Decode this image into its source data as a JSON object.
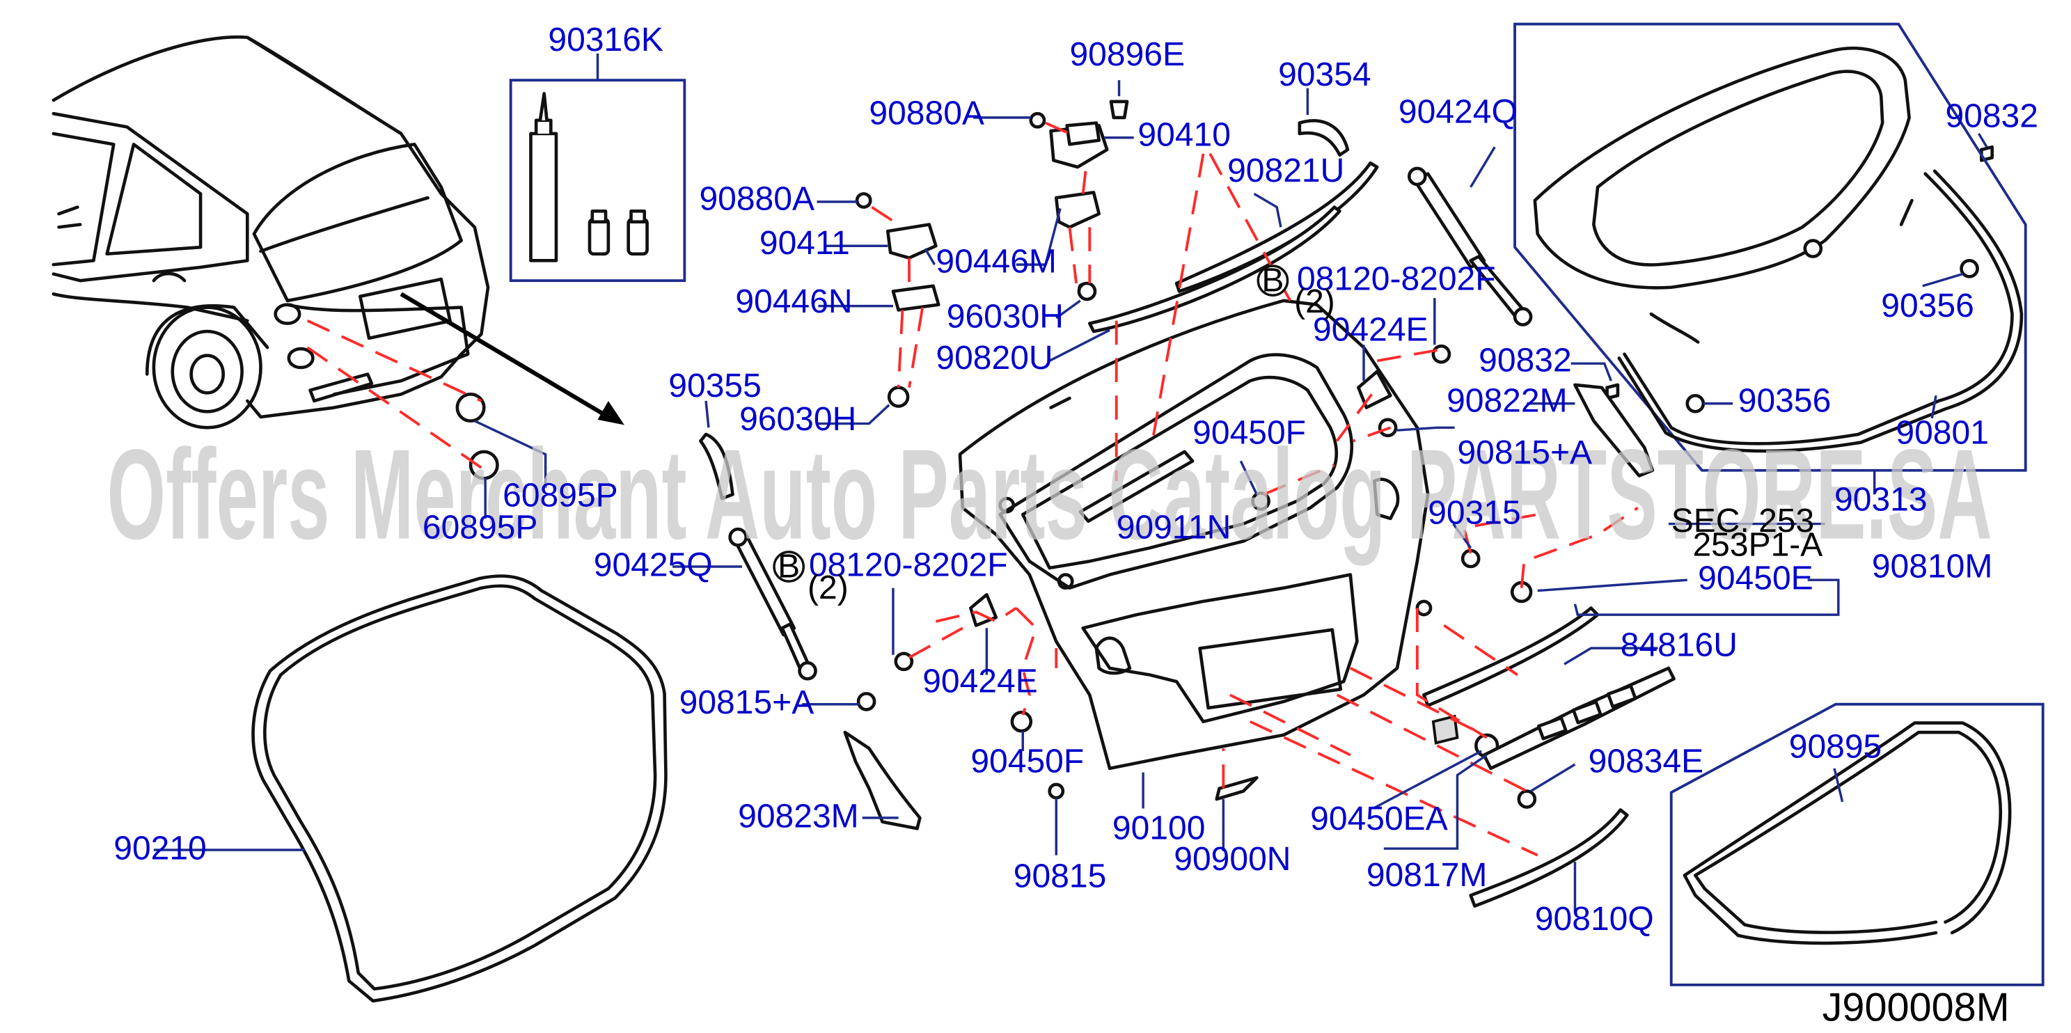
{
  "diagram": {
    "reference_code": "J900008M",
    "watermark": "Offers Merchant Auto Parts Catalog PARTSTORE.SA",
    "bolt_mark": "B",
    "section_ref": [
      "SEC. 253",
      "253P1-A"
    ],
    "parts": [
      {
        "id": "p-90316K",
        "label": "90316K"
      },
      {
        "id": "p-90896E",
        "label": "90896E"
      },
      {
        "id": "p-90354",
        "label": "90354"
      },
      {
        "id": "p-90424Q",
        "label": "90424Q"
      },
      {
        "id": "p-90832-top",
        "label": "90832"
      },
      {
        "id": "p-90880A-1",
        "label": "90880A"
      },
      {
        "id": "p-90410",
        "label": "90410"
      },
      {
        "id": "p-90821U",
        "label": "90821U"
      },
      {
        "id": "p-90880A-2",
        "label": "90880A"
      },
      {
        "id": "p-90411",
        "label": "90411"
      },
      {
        "id": "p-90446M",
        "label": "90446M"
      },
      {
        "id": "p-08120-8202F-1",
        "label": "08120-8202F"
      },
      {
        "id": "p-90446N",
        "label": "90446N"
      },
      {
        "id": "p-96030H-1",
        "label": "96030H"
      },
      {
        "id": "p-90424E-1",
        "label": "90424E"
      },
      {
        "id": "p-90356-1",
        "label": "90356"
      },
      {
        "id": "p-90820U",
        "label": "90820U"
      },
      {
        "id": "p-90832-mid",
        "label": "90832"
      },
      {
        "id": "p-90355",
        "label": "90355"
      },
      {
        "id": "p-90822M",
        "label": "90822M"
      },
      {
        "id": "p-90356-2",
        "label": "90356"
      },
      {
        "id": "p-96030H-2",
        "label": "96030H"
      },
      {
        "id": "p-90450F-1",
        "label": "90450F"
      },
      {
        "id": "p-90801",
        "label": "90801"
      },
      {
        "id": "p-90815A-1",
        "label": "90815+A"
      },
      {
        "id": "p-60895P-1",
        "label": "60895P"
      },
      {
        "id": "p-90313",
        "label": "90313"
      },
      {
        "id": "p-60895P-2",
        "label": "60895P"
      },
      {
        "id": "p-90911N",
        "label": "90911N"
      },
      {
        "id": "p-90315",
        "label": "90315"
      },
      {
        "id": "p-90425Q",
        "label": "90425Q"
      },
      {
        "id": "p-08120-8202F-2",
        "label": "08120-8202F"
      },
      {
        "id": "p-90450E",
        "label": "90450E"
      },
      {
        "id": "p-90810M",
        "label": "90810M"
      },
      {
        "id": "p-84816U",
        "label": "84816U"
      },
      {
        "id": "p-90424E-2",
        "label": "90424E"
      },
      {
        "id": "p-90815A-2",
        "label": "90815+A"
      },
      {
        "id": "p-90895",
        "label": "90895"
      },
      {
        "id": "p-90450F-2",
        "label": "90450F"
      },
      {
        "id": "p-90834E",
        "label": "90834E"
      },
      {
        "id": "p-90823M",
        "label": "90823M"
      },
      {
        "id": "p-90100",
        "label": "90100"
      },
      {
        "id": "p-90450EA",
        "label": "90450EA"
      },
      {
        "id": "p-90210",
        "label": "90210"
      },
      {
        "id": "p-90900N",
        "label": "90900N"
      },
      {
        "id": "p-90817M",
        "label": "90817M"
      },
      {
        "id": "p-90815",
        "label": "90815"
      },
      {
        "id": "p-90810Q",
        "label": "90810Q"
      }
    ],
    "quantities": [
      {
        "id": "q-1",
        "label": "(2)"
      },
      {
        "id": "q-2",
        "label": "(2)"
      }
    ]
  }
}
